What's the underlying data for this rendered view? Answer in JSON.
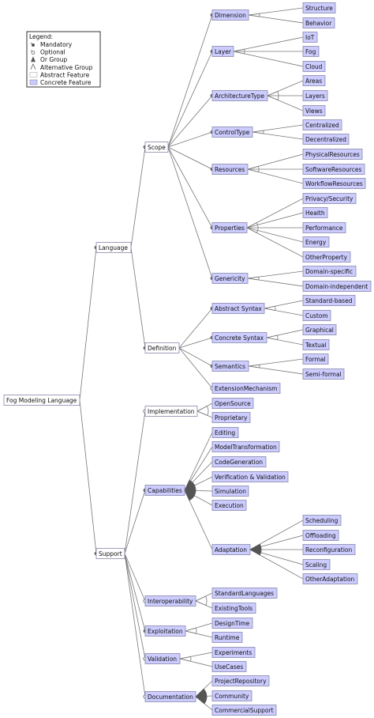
{
  "colors": {
    "concrete_fill": "#ccccff",
    "abstract_fill": "#ffffff",
    "node_border": "#8888aa",
    "edge": "#777777",
    "dot": "#666666"
  },
  "legend": {
    "title": "Legend:",
    "items": [
      {
        "kind": "mandatory",
        "label": "Mandatory"
      },
      {
        "kind": "optional",
        "label": "Optional"
      },
      {
        "kind": "or",
        "label": "Or Group"
      },
      {
        "kind": "alternative",
        "label": "Alternative Group"
      },
      {
        "kind": "abstract",
        "label": "Abstract Feature"
      },
      {
        "kind": "concrete",
        "label": "Concrete Feature"
      }
    ]
  },
  "tree": {
    "id": "root",
    "label": "Fog Modeling Language",
    "type": "abstract",
    "children": [
      {
        "id": "language",
        "label": "Language",
        "type": "abstract",
        "rel": "mandatory",
        "children": [
          {
            "id": "scope",
            "label": "Scope",
            "type": "abstract",
            "rel": "mandatory",
            "children": [
              {
                "id": "dimension",
                "label": "Dimension",
                "type": "concrete",
                "rel": "mandatory",
                "children": [
                  {
                    "id": "structure",
                    "label": "Structure",
                    "type": "concrete"
                  },
                  {
                    "id": "behavior",
                    "label": "Behavior",
                    "type": "concrete"
                  }
                ]
              },
              {
                "id": "layer",
                "label": "Layer",
                "type": "concrete",
                "rel": "mandatory",
                "children": [
                  {
                    "id": "iot",
                    "label": "IoT",
                    "type": "concrete"
                  },
                  {
                    "id": "fog",
                    "label": "Fog",
                    "type": "concrete"
                  },
                  {
                    "id": "cloud",
                    "label": "Cloud",
                    "type": "concrete"
                  }
                ]
              },
              {
                "id": "archtype",
                "label": "ArchitectureType",
                "type": "concrete",
                "rel": "mandatory",
                "children": [
                  {
                    "id": "areas",
                    "label": "Areas",
                    "type": "concrete"
                  },
                  {
                    "id": "layers",
                    "label": "Layers",
                    "type": "concrete"
                  },
                  {
                    "id": "views",
                    "label": "Views",
                    "type": "concrete"
                  }
                ]
              },
              {
                "id": "controltype",
                "label": "ControlType",
                "type": "concrete",
                "rel": "mandatory",
                "children": [
                  {
                    "id": "centralized",
                    "label": "Centralized",
                    "type": "concrete"
                  },
                  {
                    "id": "decentralized",
                    "label": "Decentralized",
                    "type": "concrete"
                  }
                ]
              },
              {
                "id": "resources",
                "label": "Resources",
                "type": "concrete",
                "rel": "mandatory",
                "children": [
                  {
                    "id": "physres",
                    "label": "PhysicalResources",
                    "type": "concrete"
                  },
                  {
                    "id": "softres",
                    "label": "SoftwareResources",
                    "type": "concrete"
                  },
                  {
                    "id": "workres",
                    "label": "WorkflowResources",
                    "type": "concrete"
                  }
                ]
              },
              {
                "id": "properties",
                "label": "Properties",
                "type": "concrete",
                "rel": "mandatory",
                "children": [
                  {
                    "id": "privacy",
                    "label": "Privacy/Security",
                    "type": "concrete"
                  },
                  {
                    "id": "health",
                    "label": "Health",
                    "type": "concrete"
                  },
                  {
                    "id": "performance",
                    "label": "Performance",
                    "type": "concrete"
                  },
                  {
                    "id": "energy",
                    "label": "Energy",
                    "type": "concrete"
                  },
                  {
                    "id": "otherprop",
                    "label": "OtherProperty",
                    "type": "concrete"
                  }
                ]
              },
              {
                "id": "genericity",
                "label": "Genericity",
                "type": "concrete",
                "rel": "mandatory",
                "children": [
                  {
                    "id": "domspec",
                    "label": "Domain-specific",
                    "type": "concrete"
                  },
                  {
                    "id": "domind",
                    "label": "Domain-independent",
                    "type": "concrete"
                  }
                ]
              }
            ]
          },
          {
            "id": "definition",
            "label": "Definition",
            "type": "abstract",
            "rel": "mandatory",
            "children": [
              {
                "id": "abssyntax",
                "label": "Abstract Syntax",
                "type": "concrete",
                "rel": "mandatory",
                "children": [
                  {
                    "id": "stdbased",
                    "label": "Standard-based",
                    "type": "concrete"
                  },
                  {
                    "id": "custom",
                    "label": "Custom",
                    "type": "concrete"
                  }
                ]
              },
              {
                "id": "consyntax",
                "label": "Concrete Syntax",
                "type": "concrete",
                "rel": "mandatory",
                "children": [
                  {
                    "id": "graphical",
                    "label": "Graphical",
                    "type": "concrete"
                  },
                  {
                    "id": "textual",
                    "label": "Textual",
                    "type": "concrete"
                  }
                ]
              },
              {
                "id": "semantics",
                "label": "Semantics",
                "type": "concrete",
                "rel": "mandatory",
                "children": [
                  {
                    "id": "formal",
                    "label": "Formal",
                    "type": "concrete"
                  },
                  {
                    "id": "semiformal",
                    "label": "Semi-formal",
                    "type": "concrete"
                  }
                ]
              },
              {
                "id": "extmech",
                "label": "ExtensionMechanism",
                "type": "concrete",
                "rel": "optional"
              }
            ]
          }
        ]
      },
      {
        "id": "support",
        "label": "Support",
        "type": "abstract",
        "rel": "mandatory",
        "children": [
          {
            "id": "implementation",
            "label": "Implementation",
            "type": "abstract",
            "rel": "optional",
            "children": [
              {
                "id": "opensource",
                "label": "OpenSource",
                "type": "concrete"
              },
              {
                "id": "proprietary",
                "label": "Proprietary",
                "type": "concrete"
              }
            ]
          },
          {
            "id": "capabilities",
            "label": "Capabilities",
            "type": "concrete",
            "rel": "mandatory",
            "group": "or",
            "children": [
              {
                "id": "editing",
                "label": "Editing",
                "type": "concrete"
              },
              {
                "id": "modeltrans",
                "label": "ModelTransformation",
                "type": "concrete"
              },
              {
                "id": "codegen",
                "label": "CodeGeneration",
                "type": "concrete"
              },
              {
                "id": "verval",
                "label": "Verification & Validation",
                "type": "concrete"
              },
              {
                "id": "simulation",
                "label": "Simulation",
                "type": "concrete"
              },
              {
                "id": "execution",
                "label": "Execution",
                "type": "concrete"
              },
              {
                "id": "adaptation",
                "label": "Adaptation",
                "type": "concrete",
                "group": "or",
                "children": [
                  {
                    "id": "scheduling",
                    "label": "Scheduling",
                    "type": "concrete"
                  },
                  {
                    "id": "offloading",
                    "label": "Offloading",
                    "type": "concrete"
                  },
                  {
                    "id": "reconfig",
                    "label": "Reconfiguration",
                    "type": "concrete"
                  },
                  {
                    "id": "scaling",
                    "label": "Scaling",
                    "type": "concrete"
                  },
                  {
                    "id": "otheradapt",
                    "label": "OtherAdaptation",
                    "type": "concrete"
                  }
                ]
              }
            ]
          },
          {
            "id": "interop",
            "label": "Interoperability",
            "type": "concrete",
            "rel": "optional",
            "children": [
              {
                "id": "stdlang",
                "label": "StandardLanguages",
                "type": "concrete"
              },
              {
                "id": "existtools",
                "label": "ExistingTools",
                "type": "concrete"
              }
            ]
          },
          {
            "id": "exploitation",
            "label": "Exploitation",
            "type": "concrete",
            "rel": "mandatory",
            "children": [
              {
                "id": "designtime",
                "label": "DesignTime",
                "type": "concrete"
              },
              {
                "id": "runtime",
                "label": "Runtime",
                "type": "concrete"
              }
            ]
          },
          {
            "id": "validation",
            "label": "Validation",
            "type": "concrete",
            "rel": "optional",
            "children": [
              {
                "id": "experiments",
                "label": "Experiments",
                "type": "concrete"
              },
              {
                "id": "usecases",
                "label": "UseCases",
                "type": "concrete"
              }
            ]
          },
          {
            "id": "documentation",
            "label": "Documentation",
            "type": "concrete",
            "rel": "optional",
            "group": "or",
            "children": [
              {
                "id": "projrepo",
                "label": "ProjectRepository",
                "type": "concrete"
              },
              {
                "id": "community",
                "label": "Community",
                "type": "concrete"
              },
              {
                "id": "commsupport",
                "label": "CommercialSupport",
                "type": "concrete"
              }
            ]
          }
        ]
      }
    ]
  }
}
